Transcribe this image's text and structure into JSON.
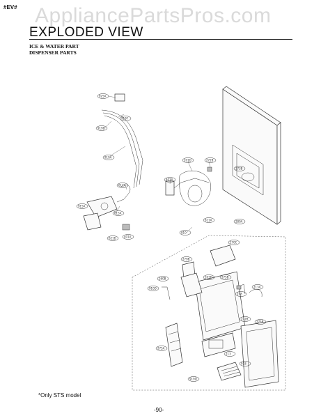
{
  "header": {
    "code": "#EV#",
    "watermark": "AppliancePartsPros.com",
    "title": "EXPLODED VIEW",
    "subtitle_1": "ICE & WATER PART",
    "subtitle_2": "DISPENSER PARTS"
  },
  "footer": {
    "note": "*Only STS model",
    "page_number": "-90-"
  },
  "callouts": [
    "925A",
    "919F",
    "919D",
    "919A",
    "612A",
    "403A",
    "915A",
    "615A",
    "621D",
    "201D",
    "272B",
    "273B",
    "611A",
    "401A",
    "810",
    "280A",
    "270C",
    "279B",
    "203D",
    "260B",
    "910D",
    "275B",
    "278",
    "213A",
    "272B",
    "275B",
    "275A",
    "213",
    "918"
  ]
}
